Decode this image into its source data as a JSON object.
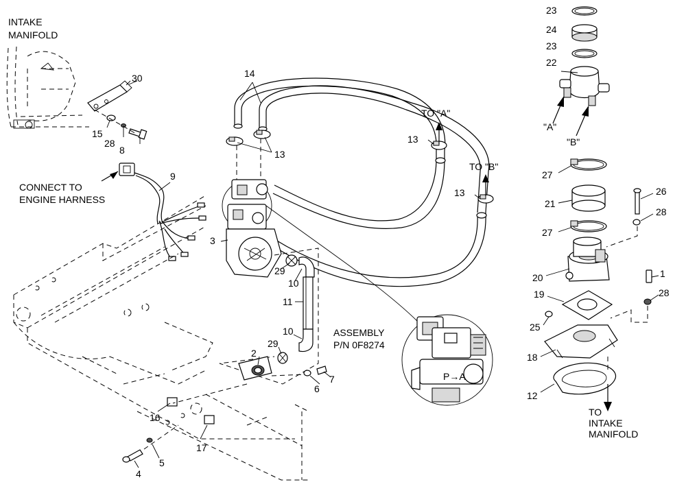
{
  "notes": {
    "intake_manifold_top_line1": "INTAKE",
    "intake_manifold_top_line2": "MANIFOLD",
    "connect_line1": "CONNECT TO",
    "connect_line2": "ENGINE HARNESS",
    "assembly_line1": "ASSEMBLY",
    "assembly_line2": "P/N 0F8274",
    "to_a": "TO \"A\"",
    "to_b": "TO \"B\"",
    "port_a": "\"A\"",
    "port_b": "\"B\"",
    "to_intake_line1": "TO",
    "to_intake_line2": "INTAKE",
    "to_intake_line3": "MANIFOLD"
  },
  "callouts": {
    "c30": "30",
    "c15": "15",
    "c28a": "28",
    "c8": "8",
    "c9": "9",
    "c14": "14",
    "c13a": "13",
    "c13b": "13",
    "c13c": "13",
    "c3": "3",
    "c29a": "29",
    "c10a": "10",
    "c11": "11",
    "c10b": "10",
    "c29b": "29",
    "c2": "2",
    "c6": "6",
    "c7": "7",
    "c16": "16",
    "c17": "17",
    "c4": "4",
    "c5": "5",
    "c23a": "23",
    "c24": "24",
    "c23b": "23",
    "c22": "22",
    "c27a": "27",
    "c21": "21",
    "c27b": "27",
    "c26": "26",
    "c28b": "28",
    "c20": "20",
    "c1": "1",
    "c28c": "28",
    "c19": "19",
    "c25": "25",
    "c18": "18",
    "c12": "12"
  },
  "valve_marking": "P→A"
}
